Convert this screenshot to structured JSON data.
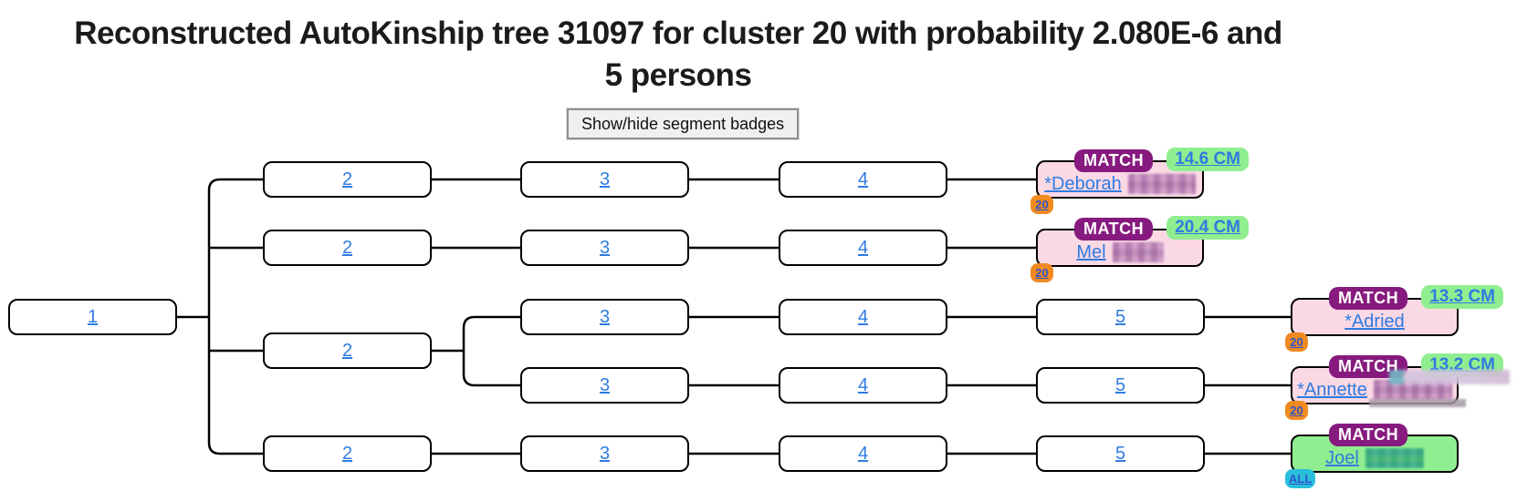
{
  "title": {
    "line1": "Reconstructed AutoKinship tree 31097 for cluster 20 with probability 2.080E-6 and",
    "line2": "5 persons"
  },
  "controls": {
    "toggle_segments_label": "Show/hide segment badges"
  },
  "tree": {
    "generation_nodes": [
      {
        "label": "1"
      },
      {
        "label": "2"
      },
      {
        "label": "2"
      },
      {
        "label": "2"
      },
      {
        "label": "2"
      },
      {
        "label": "3"
      },
      {
        "label": "3"
      },
      {
        "label": "3"
      },
      {
        "label": "3"
      },
      {
        "label": "3"
      },
      {
        "label": "4"
      },
      {
        "label": "4"
      },
      {
        "label": "4"
      },
      {
        "label": "4"
      },
      {
        "label": "4"
      },
      {
        "label": "5"
      },
      {
        "label": "5"
      },
      {
        "label": "5"
      }
    ]
  },
  "persons": [
    {
      "name": "*Deborah",
      "match_badge": "MATCH",
      "cm_badge": "14.6 CM",
      "segment_badge": "20",
      "censored_surname": true,
      "card_color": "pink"
    },
    {
      "name": "Mel",
      "match_badge": "MATCH",
      "cm_badge": "20.4 CM",
      "segment_badge": "20",
      "censored_surname": true,
      "card_color": "pink"
    },
    {
      "name": "*Adried",
      "match_badge": "MATCH",
      "cm_badge": "13.3 CM",
      "segment_badge": "20",
      "censored_surname": false,
      "card_color": "pink"
    },
    {
      "name": "*Annette",
      "match_badge": "MATCH",
      "cm_badge": "13.2 CM",
      "segment_badge": "20",
      "censored_surname": true,
      "card_color": "pink"
    },
    {
      "name": "Joel",
      "match_badge": "MATCH",
      "cm_badge": "",
      "segment_badge": "ALL",
      "censored_surname": true,
      "card_color": "green"
    }
  ],
  "colors": {
    "match_badge_purple": "#861a7e",
    "match_card_pink": "#fad9e5",
    "tester_card_green": "#90ee90",
    "cm_badge_green": "#90ee90",
    "segment_badge_orange": "#f08a21",
    "segment_badge_cyan": "#29bfdc",
    "link_blue": "#2f7be0",
    "connector_black": "#000000"
  }
}
